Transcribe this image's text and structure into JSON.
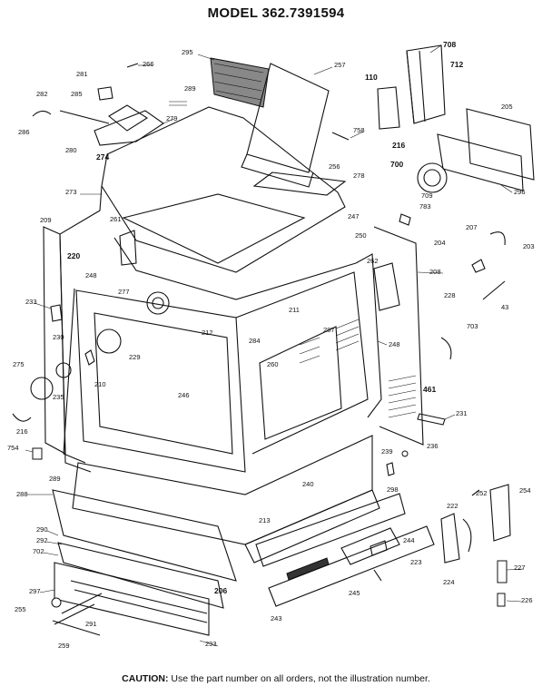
{
  "header": {
    "title": "MODEL 362.7391594"
  },
  "footer": {
    "caution_label": "CAUTION:",
    "caution_text": "Use the part number on all orders, not the illustration number."
  },
  "diagram": {
    "callouts": [
      {
        "id": "c708",
        "label": "708",
        "bold": true
      },
      {
        "id": "c712",
        "label": "712",
        "bold": true
      },
      {
        "id": "c266",
        "label": "266"
      },
      {
        "id": "c295",
        "label": "295"
      },
      {
        "id": "c257",
        "label": "257"
      },
      {
        "id": "c110",
        "label": "110",
        "bold": true
      },
      {
        "id": "c281",
        "label": "281"
      },
      {
        "id": "c289",
        "label": "289"
      },
      {
        "id": "c282",
        "label": "282"
      },
      {
        "id": "c285",
        "label": "285"
      },
      {
        "id": "c279",
        "label": "279"
      },
      {
        "id": "c286",
        "label": "286"
      },
      {
        "id": "c205",
        "label": "205"
      },
      {
        "id": "c758",
        "label": "758"
      },
      {
        "id": "c216a",
        "label": "216",
        "bold": true
      },
      {
        "id": "c280",
        "label": "280"
      },
      {
        "id": "c274",
        "label": "274",
        "bold": true
      },
      {
        "id": "c700",
        "label": "700",
        "bold": true
      },
      {
        "id": "c256",
        "label": "256"
      },
      {
        "id": "c278",
        "label": "278"
      },
      {
        "id": "c709",
        "label": "709"
      },
      {
        "id": "c296",
        "label": "296"
      },
      {
        "id": "c273",
        "label": "273"
      },
      {
        "id": "c783",
        "label": "783"
      },
      {
        "id": "c247",
        "label": "247"
      },
      {
        "id": "c209",
        "label": "209"
      },
      {
        "id": "c261",
        "label": "261"
      },
      {
        "id": "c207",
        "label": "207"
      },
      {
        "id": "c250",
        "label": "250"
      },
      {
        "id": "c204",
        "label": "204"
      },
      {
        "id": "c203",
        "label": "203"
      },
      {
        "id": "c220",
        "label": "220",
        "bold": true
      },
      {
        "id": "c262",
        "label": "262"
      },
      {
        "id": "c208",
        "label": "208"
      },
      {
        "id": "c248a",
        "label": "248"
      },
      {
        "id": "c277",
        "label": "277"
      },
      {
        "id": "c228",
        "label": "228"
      },
      {
        "id": "c233",
        "label": "233"
      },
      {
        "id": "c211",
        "label": "211"
      },
      {
        "id": "c43",
        "label": "43"
      },
      {
        "id": "c287",
        "label": "287"
      },
      {
        "id": "c703",
        "label": "703"
      },
      {
        "id": "c212",
        "label": "212"
      },
      {
        "id": "c230",
        "label": "230"
      },
      {
        "id": "c284",
        "label": "284"
      },
      {
        "id": "c248b",
        "label": "248"
      },
      {
        "id": "c229",
        "label": "229"
      },
      {
        "id": "c275",
        "label": "275"
      },
      {
        "id": "c260",
        "label": "260"
      },
      {
        "id": "c461",
        "label": "461",
        "bold": true
      },
      {
        "id": "c210",
        "label": "210"
      },
      {
        "id": "c246",
        "label": "246"
      },
      {
        "id": "c235",
        "label": "235"
      },
      {
        "id": "c231",
        "label": "231"
      },
      {
        "id": "c216b",
        "label": "216"
      },
      {
        "id": "c754",
        "label": "754"
      },
      {
        "id": "c239",
        "label": "239"
      },
      {
        "id": "c236",
        "label": "236"
      },
      {
        "id": "c289b",
        "label": "289"
      },
      {
        "id": "c298",
        "label": "298"
      },
      {
        "id": "c240",
        "label": "240"
      },
      {
        "id": "c252",
        "label": "252"
      },
      {
        "id": "c254",
        "label": "254"
      },
      {
        "id": "c288",
        "label": "288"
      },
      {
        "id": "c222",
        "label": "222"
      },
      {
        "id": "c213",
        "label": "213"
      },
      {
        "id": "c290",
        "label": "290"
      },
      {
        "id": "c292",
        "label": "292"
      },
      {
        "id": "c244",
        "label": "244"
      },
      {
        "id": "c702",
        "label": "702"
      },
      {
        "id": "c223",
        "label": "223"
      },
      {
        "id": "c227",
        "label": "227"
      },
      {
        "id": "c224",
        "label": "224"
      },
      {
        "id": "c206",
        "label": "206",
        "bold": true
      },
      {
        "id": "c297",
        "label": "297"
      },
      {
        "id": "c245",
        "label": "245"
      },
      {
        "id": "c226",
        "label": "226"
      },
      {
        "id": "c255",
        "label": "255"
      },
      {
        "id": "c243",
        "label": "243"
      },
      {
        "id": "c291",
        "label": "291"
      },
      {
        "id": "c259",
        "label": "259"
      },
      {
        "id": "c293",
        "label": "293"
      }
    ]
  }
}
